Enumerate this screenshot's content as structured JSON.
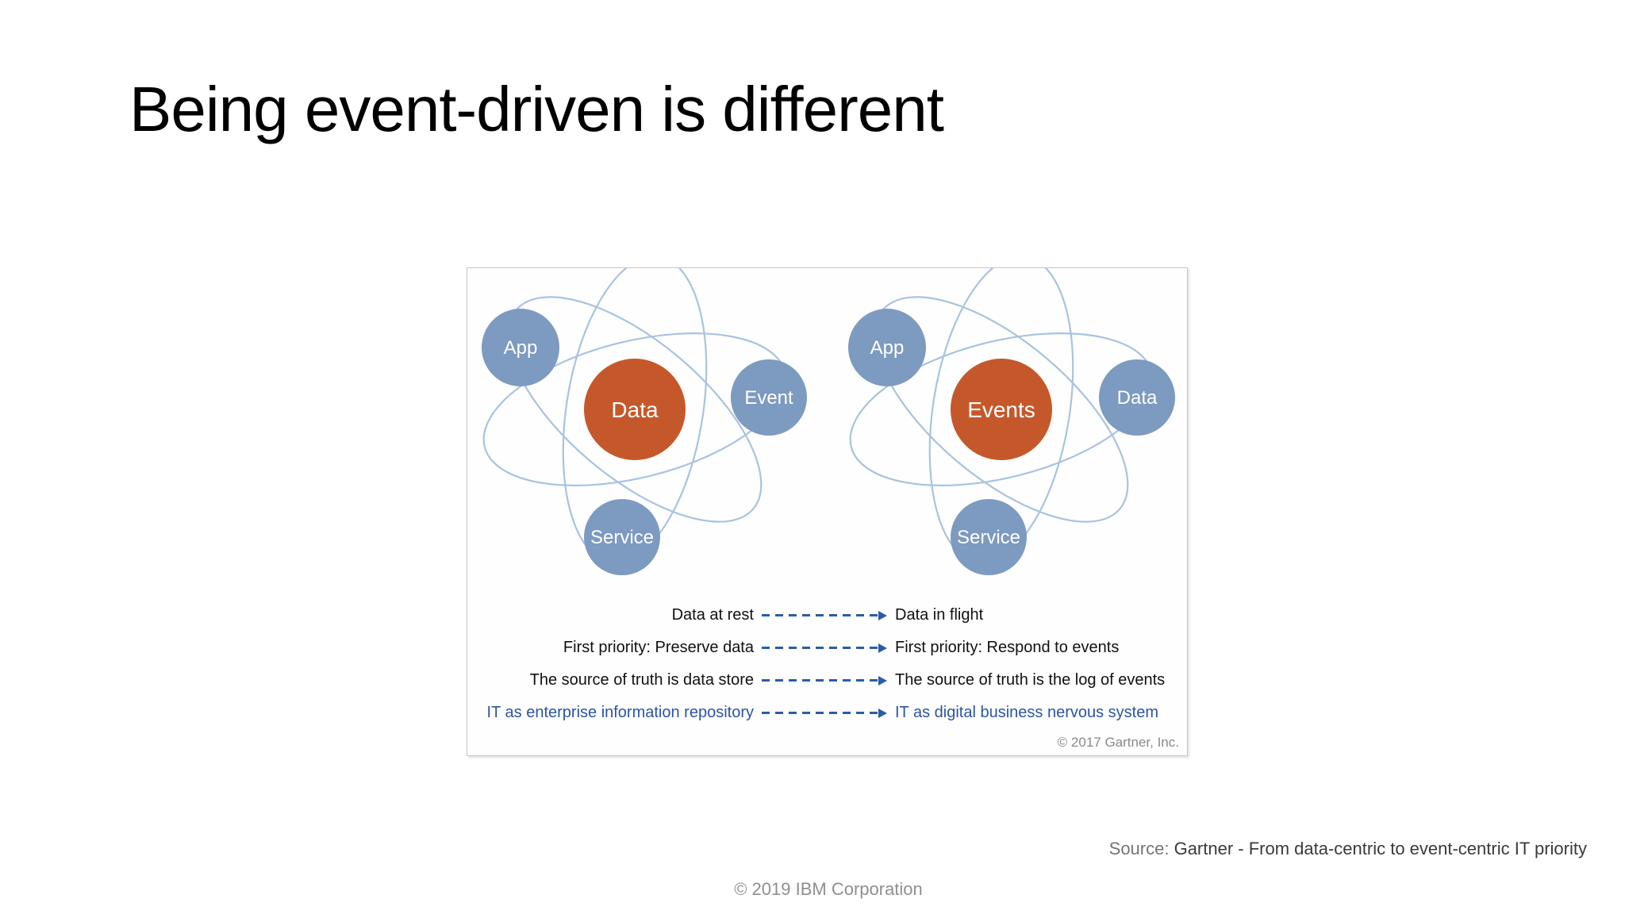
{
  "title": "Being event-driven is different",
  "figure": {
    "atoms": {
      "left": {
        "center": "Data",
        "top_left": "App",
        "right": "Event",
        "bottom": "Service"
      },
      "right": {
        "center": "Events",
        "top_left": "App",
        "right": "Data",
        "bottom": "Service"
      }
    },
    "comparisons": [
      {
        "left": "Data at rest",
        "right": "Data in flight"
      },
      {
        "left": "First priority: Preserve data",
        "right": "First priority: Respond to events"
      },
      {
        "left": "The source of truth is data store",
        "right": "The source of truth is the log of events"
      },
      {
        "left": "IT as enterprise information repository",
        "right": "IT as digital business nervous system"
      }
    ],
    "copyright": "© 2017 Gartner, Inc."
  },
  "footer": {
    "source_label": "Source:",
    "source_text": " Gartner - From data-centric to event-centric IT priority",
    "ibm_copyright": "© 2019 IBM Corporation"
  },
  "colors": {
    "center_circle": "#c5582b",
    "satellite_circle": "#7d9ac0",
    "orbit_stroke": "#a9c3df",
    "arrow_blue": "#2a5caa",
    "highlight_text": "#2b55a2",
    "panel_border": "#c6c6c6"
  }
}
